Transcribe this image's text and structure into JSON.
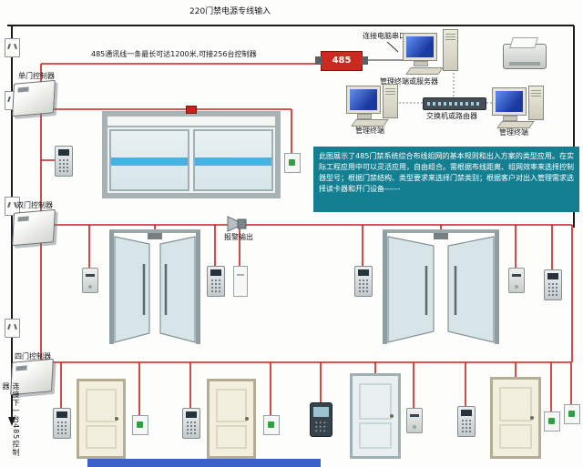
{
  "colors": {
    "power_wire": "#1a1a1a",
    "comm_wire": "#c9201d",
    "info_box_bg": "#157f92",
    "converter_bg": "#cc2a21",
    "glass_stripe": "#4ab2e2",
    "bottom_bar": "#3a5fc8"
  },
  "top": {
    "power_label": "220门禁电源专线输入",
    "comm_label": "485通讯线一条最长可达1200米,可接256台控制器",
    "serial_label": "连接电脑串口",
    "converter_label": "485"
  },
  "network": {
    "server_label": "管理终端或服务器",
    "terminal_left_label": "管理终端",
    "terminal_right_label": "管理终端",
    "switch_label": "交换机或路由器"
  },
  "controllers": {
    "single_label": "单门控制器",
    "double_label": "双门控制器",
    "quad_label": "四门控制器"
  },
  "annotations": {
    "alarm_label": "报警输出",
    "next_controller_label": "连接下一台485控制器"
  },
  "info_box": {
    "text": "此图展示了485门禁系统综合布线组网的基本规则和出入方案的类型应用。在实际工程应用中可以灵活应用，自由组合。需根据布线距离、组网效率来选择控制器型号；根据门禁结构、类型要求来选择门禁类别；根据客户对出入管理需求选择读卡器和开门设备------"
  }
}
